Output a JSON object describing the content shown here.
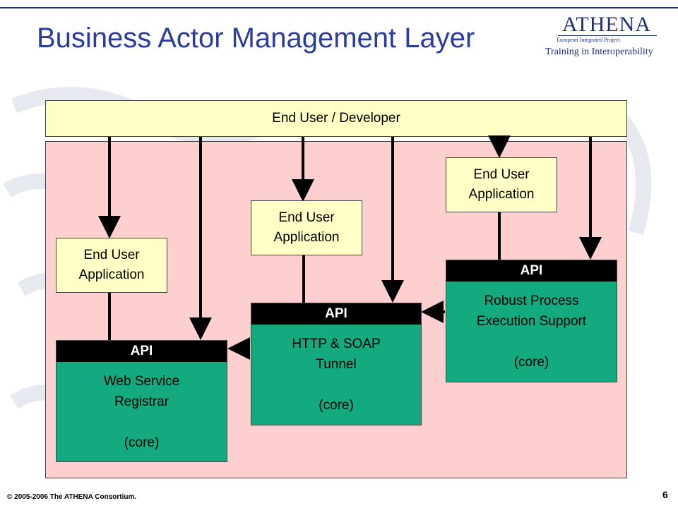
{
  "title": "Business Actor Management Layer",
  "logo": {
    "name": "ATHENA",
    "subtitle": "European Integrated Project",
    "tagline": "Training in Interoperability"
  },
  "top_bar": "End User / Developer",
  "apps": [
    "End User\nApplication",
    "End User\nApplication",
    "End User\nApplication"
  ],
  "core_components": [
    {
      "api": "API",
      "name": "Web Service\nRegistrar",
      "suffix": "(core)"
    },
    {
      "api": "API",
      "name": "HTTP & SOAP\nTunnel",
      "suffix": "(core)"
    },
    {
      "api": "API",
      "name": "Robust Process\nExecution Support",
      "suffix": "(core)"
    }
  ],
  "footer": "© 2005-2006 The ATHENA Consortium.",
  "page_number": "6",
  "colors": {
    "title": "#2a3d9c",
    "pink_panel": "#fdcfcf",
    "yellow_box": "#ffffc6",
    "core_green": "#12aa7e",
    "api_bar": "#000000"
  }
}
